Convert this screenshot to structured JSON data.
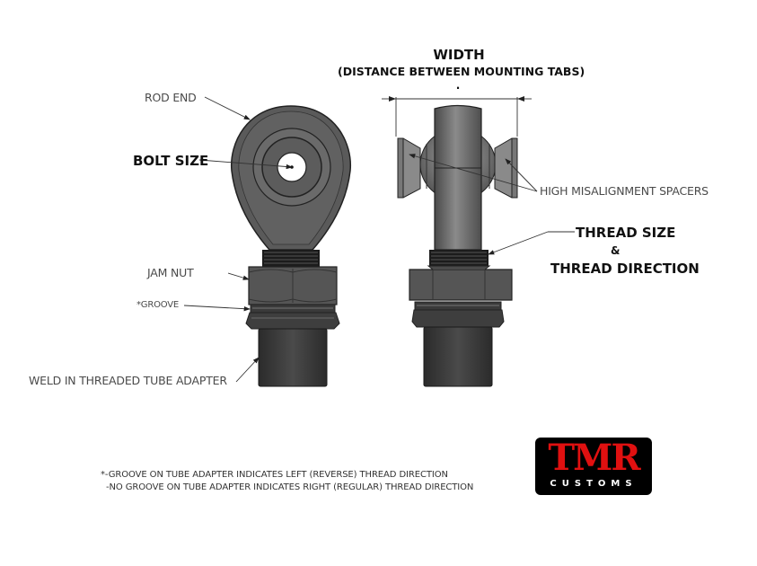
{
  "diagram": {
    "title": "WIDTH",
    "subtitle": "(DISTANCE BETWEEN MOUNTING TABS)",
    "width_marker": "."
  },
  "labels": {
    "rod_end": "ROD END",
    "bolt_size": "BOLT SIZE",
    "jam_nut": "JAM NUT",
    "groove": "*GROOVE",
    "weld_adapter": "WELD IN THREADED TUBE ADAPTER",
    "spacers": "HIGH MISALIGNMENT SPACERS",
    "thread_size": "THREAD SIZE",
    "ampersand": "&",
    "thread_direction": "THREAD DIRECTION"
  },
  "notes": [
    "*-GROOVE ON TUBE ADAPTER INDICATES LEFT (REVERSE) THREAD DIRECTION",
    "-NO GROOVE ON TUBE ADAPTER INDICATES RIGHT (REGULAR) THREAD DIRECTION"
  ],
  "logo": {
    "main": "TMR",
    "sub": "CUSTOMS",
    "colors": {
      "red": "#e01010",
      "black": "#000000",
      "white": "#ffffff"
    }
  }
}
